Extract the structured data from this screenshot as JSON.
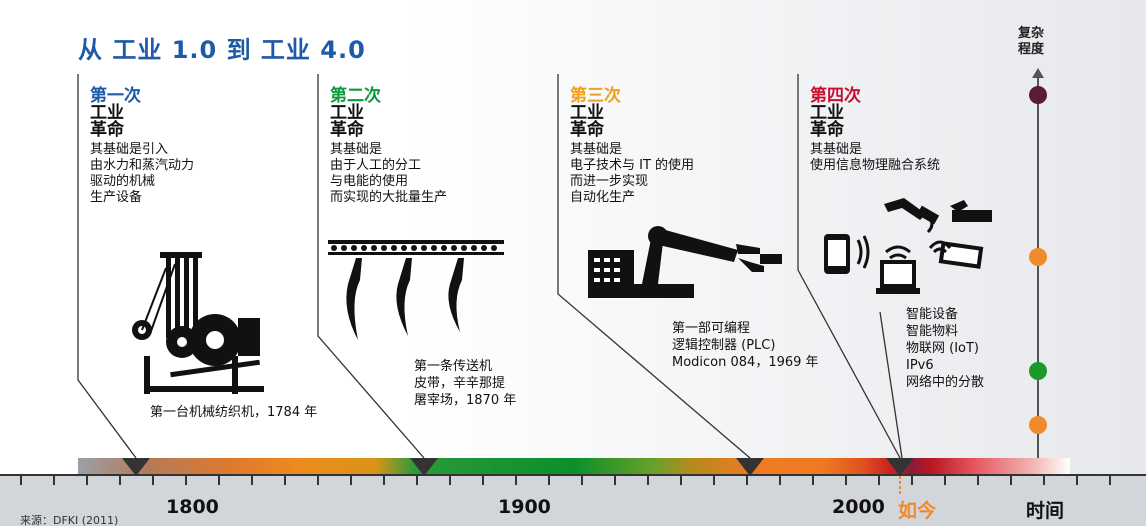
{
  "title": "从 工业 1.0 到 工业 4.0",
  "complexity_axis_label": [
    "复杂",
    "程度"
  ],
  "revolutions": [
    {
      "ordinal": "第一次",
      "ordinal_color": "#1f5aa8",
      "name_lines": [
        "工业",
        "革命"
      ],
      "description_lines": [
        "其基础是引入",
        "由水力和蒸汽动力",
        "驱动的机械",
        "生产设备"
      ],
      "milestone_lines": [
        "第一台机械纺织机，1784 年"
      ],
      "icon": "loom-icon"
    },
    {
      "ordinal": "第二次",
      "ordinal_color": "#0c9a3c",
      "name_lines": [
        "工业",
        "革命"
      ],
      "description_lines": [
        "其基础是",
        "由于人工的分工",
        "与电能的使用",
        "而实现的大批量生产"
      ],
      "milestone_lines": [
        "第一条传送机",
        "皮带，辛辛那提",
        "屠宰场，1870 年"
      ],
      "icon": "conveyor-belt-icon"
    },
    {
      "ordinal": "第三次",
      "ordinal_color": "#f0a01e",
      "name_lines": [
        "工业",
        "革命"
      ],
      "description_lines": [
        "其基础是",
        "电子技术与 IT 的使用",
        "而进一步实现",
        "自动化生产"
      ],
      "milestone_lines": [
        "第一部可编程",
        "逻辑控制器 (PLC)",
        "Modicon 084，1969 年"
      ],
      "icon": "robot-arm-icon"
    },
    {
      "ordinal": "第四次",
      "ordinal_color": "#c8102e",
      "name_lines": [
        "工业",
        "革命"
      ],
      "description_lines": [
        "其基础是",
        "使用信息物理融合系统"
      ],
      "milestone_lines": [
        "智能设备",
        "智能物料",
        "物联网 (IoT)",
        "IPv6",
        "网络中的分散"
      ],
      "icon": "smart-devices-icon"
    }
  ],
  "complexity_dots": [
    {
      "color": "#5a1a3a"
    },
    {
      "color": "#f08a2a"
    },
    {
      "color": "#1a9a2a"
    },
    {
      "color": "#f08a2a"
    }
  ],
  "timeline": {
    "year_labels": [
      "1800",
      "1900",
      "2000"
    ],
    "now_label": "如今",
    "axis_label": "时间"
  },
  "source": "来源：DFKI (2011)"
}
